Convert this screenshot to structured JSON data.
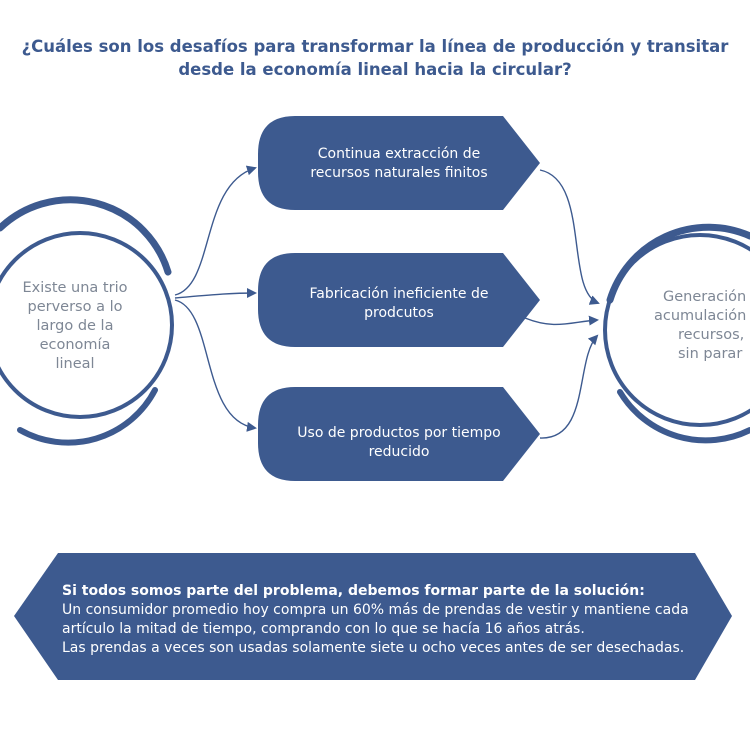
{
  "title": {
    "line1": "¿Cuáles son los desafíos para transformar la línea de producción y transitar",
    "line2": "desde la economía lineal hacia la circular?"
  },
  "left_circle": {
    "lines": [
      "Existe una trio",
      "perverso a lo",
      "largo de la",
      "economía",
      "lineal"
    ]
  },
  "right_circle": {
    "lines": [
      "Generación y",
      "acumulación de",
      "recursos,",
      "sin parar"
    ]
  },
  "boxes": [
    {
      "lines": [
        "Continua extracción de",
        "recursos naturales finitos"
      ]
    },
    {
      "lines": [
        "Fabricación ineficiente de",
        "prodcutos"
      ]
    },
    {
      "lines": [
        "Uso de productos por tiempo",
        "reducido"
      ]
    }
  ],
  "banner": {
    "title": "Si todos somos parte del problema, debemos formar parte de la solución:",
    "lines": [
      "Un consumidor promedio hoy compra un 60% más de prendas de vestir y mantiene cada",
      "artículo la mitad de tiempo, comprando con lo que se hacía 16 años atrás.",
      "Las prendas a veces son usadas solamente siete u ocho veces antes de ser desechadas."
    ]
  },
  "colors": {
    "primary": "#3d5a8f",
    "circle_text": "#7e8795",
    "title_text": "#3d5a8f",
    "background": "#ffffff"
  }
}
